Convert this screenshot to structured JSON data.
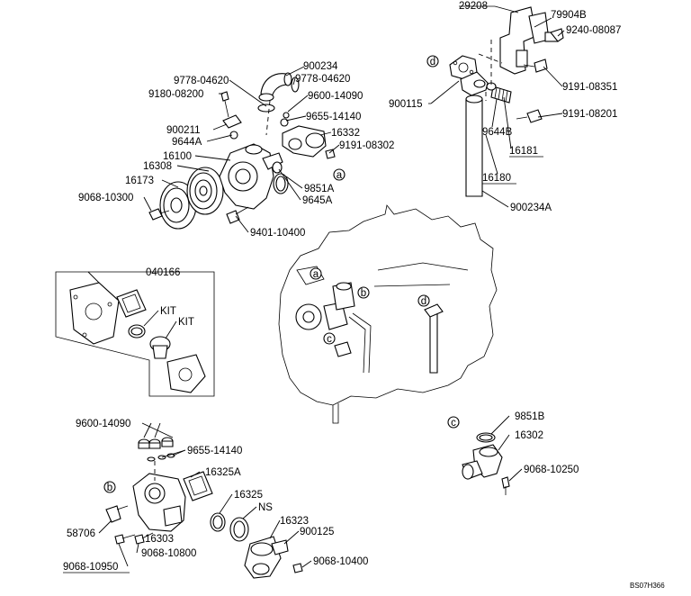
{
  "diagram": {
    "code": "BS07H366",
    "callout_letters": [
      "a",
      "b",
      "c",
      "d"
    ],
    "kit_label": "KIT",
    "ns_label": "NS",
    "part_labels": [
      "29208",
      "79904B",
      "9240-08087",
      "9191-08351",
      "900115",
      "9191-08201",
      "9644B",
      "16181",
      "16180",
      "900234A",
      "900234",
      "9778-04620",
      "9778-04620",
      "9180-08200",
      "9600-14090",
      "9655-14140",
      "900211",
      "16332",
      "9644A",
      "9191-08302",
      "16100",
      "16308",
      "16173",
      "9851A",
      "9645A",
      "9068-10300",
      "9401-10400",
      "040166",
      "9600-14090",
      "9655-14140",
      "16325A",
      "16325",
      "58706",
      "16303",
      "9068-10800",
      "9068-10950",
      "16323",
      "900125",
      "9068-10400",
      "9851B",
      "16302",
      "9068-10250"
    ]
  }
}
